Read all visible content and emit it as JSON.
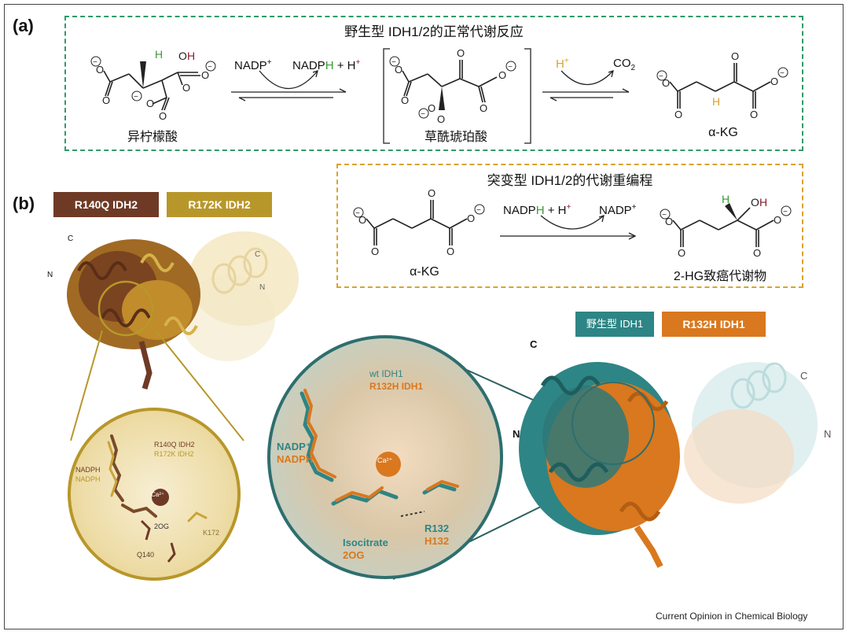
{
  "panel_a": {
    "label": "(a)",
    "title": "野生型 IDH1/2的正常代谢反应",
    "isocitrate_name": "异柠檬酸",
    "oxalosuccinate_name": "草酰琥珀酸",
    "akg_name": "α-KG",
    "cofactor_in": "NADP",
    "cofactor_in_sup": "+",
    "cofactor_out_prefix": "NADP",
    "cofactor_out_h": "H",
    "plus_h_prefix": " + H",
    "plus_h_sup": "+",
    "step2_h": "H",
    "step2_h_sup": "+",
    "step2_co2": "CO",
    "step2_co2_sub": "2"
  },
  "panel_mut": {
    "title": "突变型 IDH1/2的代谢重编程",
    "substrate_name": "α-KG",
    "product_name": "2-HG致癌代谢物",
    "cofactor_in_prefix": "NADP",
    "cofactor_in_h": "H",
    "plus_h_prefix": " + H",
    "plus_h_sup": "+",
    "cofactor_out": "NADP",
    "cofactor_out_sup": "+"
  },
  "panel_b": {
    "label": "(b)",
    "legend_idh2": [
      {
        "text": "R140Q IDH2",
        "color": "#6e3a26"
      },
      {
        "text": "R172K IDH2",
        "color": "#b8972a"
      }
    ],
    "legend_idh1": [
      {
        "text": "野生型 IDH1",
        "color": "#2e8585"
      },
      {
        "text": "R132H IDH1",
        "color": "#d9781e"
      }
    ],
    "idh2_termini": {
      "c": "C",
      "n": "N"
    },
    "idh1_termini": {
      "c": "C",
      "n": "N"
    },
    "idh2_zoom": {
      "mut1": "R140Q IDH2",
      "mut2": "R172K IDH2",
      "nadph1": "NADPH",
      "nadph2": "NADPH",
      "ion": "Ca²⁺",
      "ligand": "2OG",
      "res1": "K172",
      "res2": "Q140"
    },
    "idh1_zoom": {
      "wt": "wt IDH1",
      "mut": "R132H IDH1",
      "nadp": "NADP⁺",
      "nadph": "NADPH",
      "ion": "Ca²⁺",
      "isocitrate": "Isocitrate",
      "ligand": "2OG",
      "res_r": "R132",
      "res_h": "H132"
    }
  },
  "footer": "Current Opinion in Chemical Biology",
  "colors": {
    "brown": "#6e3a26",
    "gold": "#b8972a",
    "teal": "#2e8585",
    "orange": "#d9781e",
    "green": "#3a9a3a",
    "maroon": "#8b1a2a",
    "dash_green": "#2f9a6a",
    "dash_gold": "#d9a331"
  }
}
